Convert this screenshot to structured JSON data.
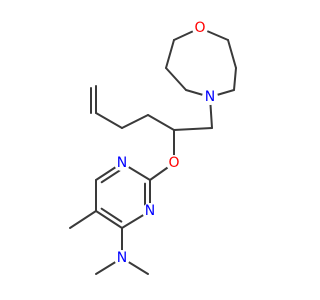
{
  "molecule": {
    "atoms": {
      "oxygen_ring": {
        "symbol": "O",
        "color": "#ff0000"
      },
      "nitrogen_ring": {
        "symbol": "N",
        "color": "#0000ff"
      },
      "oxygen_ether": {
        "symbol": "O",
        "color": "#ff0000"
      },
      "nitrogen_pyrimidine_1": {
        "symbol": "N",
        "color": "#0000ff"
      },
      "nitrogen_pyrimidine_2": {
        "symbol": "N",
        "color": "#0000ff"
      },
      "nitrogen_amine": {
        "symbol": "N",
        "color": "#0000ff"
      }
    },
    "bond_color": "#3a3a3a"
  }
}
